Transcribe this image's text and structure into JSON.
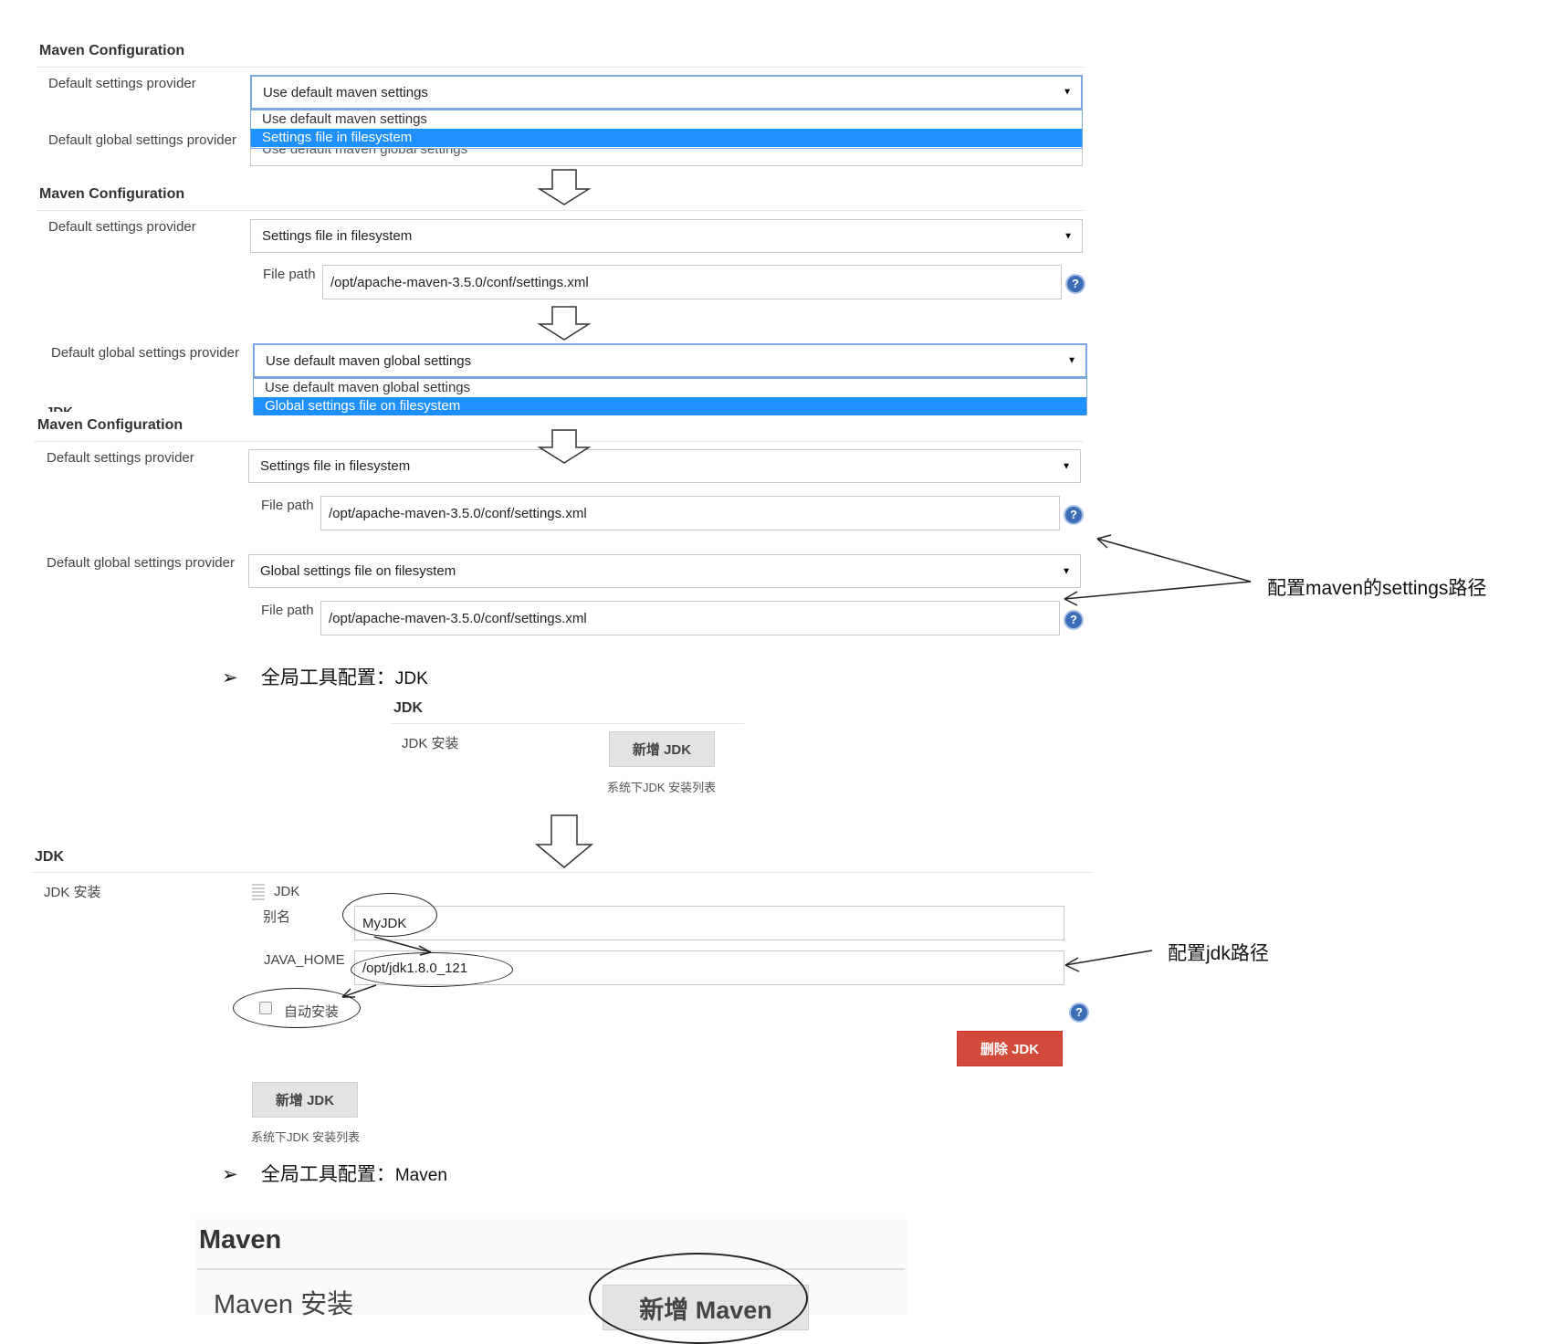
{
  "panel1": {
    "title": "Maven Configuration",
    "default_settings_label": "Default settings provider",
    "default_settings_value": "Use default maven settings",
    "dropdown_options": [
      "Use default maven settings",
      "Settings file in filesystem"
    ],
    "global_settings_label": "Default global settings provider",
    "global_settings_hidden_value": "Use default maven global settings"
  },
  "panel2": {
    "title": "Maven Configuration",
    "default_settings_label": "Default settings provider",
    "default_settings_value": "Settings file in filesystem",
    "file_path_label": "File path",
    "file_path_value": "/opt/apache-maven-3.5.0/conf/settings.xml"
  },
  "panel3": {
    "global_settings_label": "Default global settings provider",
    "global_settings_value": "Use default maven global settings",
    "dropdown_options": [
      "Use default maven global settings",
      "Global settings file on filesystem"
    ],
    "cut_text": "JDK"
  },
  "panel4": {
    "title": "Maven Configuration",
    "default_settings_label": "Default settings provider",
    "default_settings_value": "Settings file in filesystem",
    "file_path_label": "File path",
    "file_path_value": "/opt/apache-maven-3.5.0/conf/settings.xml",
    "global_settings_label": "Default global settings provider",
    "global_settings_value": "Global settings file on filesystem",
    "global_file_path_label": "File path",
    "global_file_path_value": "/opt/apache-maven-3.5.0/conf/settings.xml"
  },
  "annotation_maven": "配置maven的settings路径",
  "bullet_jdk": {
    "prefix": "全局工具配置：",
    "suffix": "JDK"
  },
  "jdk_small": {
    "title": "JDK",
    "install_label": "JDK 安装",
    "add_button": "新增 JDK",
    "list_caption": "系统下JDK 安装列表"
  },
  "jdk_large": {
    "title": "JDK",
    "install_label": "JDK 安装",
    "jdk_header": "JDK",
    "alias_label": "别名",
    "alias_value": "MyJDK",
    "java_home_label": "JAVA_HOME",
    "java_home_value": "/opt/jdk1.8.0_121",
    "auto_install_label": "自动安装",
    "auto_install_checked": false,
    "delete_button": "删除 JDK",
    "add_button": "新增 JDK",
    "list_caption": "系统下JDK 安装列表"
  },
  "annotation_jdk": "配置jdk路径",
  "bullet_maven": {
    "prefix": "全局工具配置：",
    "suffix": "Maven"
  },
  "maven_panel": {
    "title": "Maven",
    "install_label": "Maven 安装",
    "add_button": "新增 Maven"
  },
  "help_glyph": "?",
  "bullet_glyph": "➢",
  "caret_glyph": "▼"
}
